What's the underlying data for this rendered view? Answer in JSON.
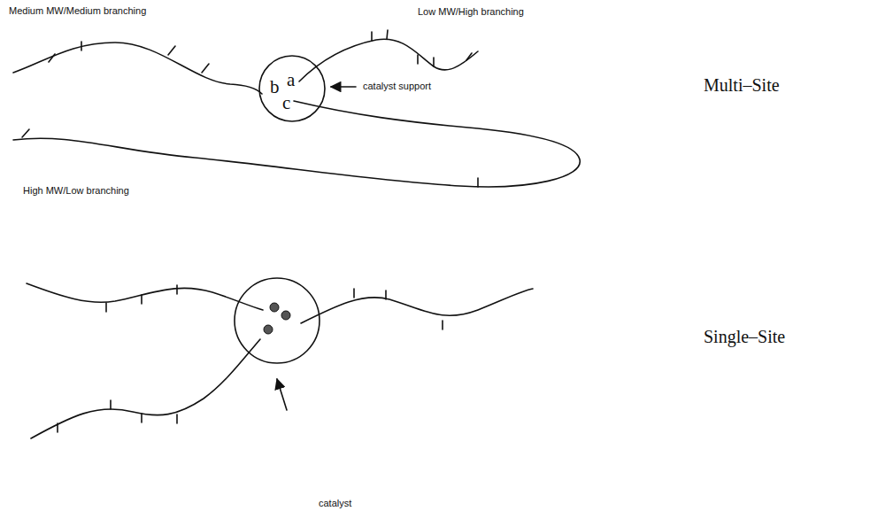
{
  "diagram": {
    "nodes": [
      {
        "text": [
          "b",
          "a",
          "c"
        ]
      }
    ],
    "labels": [
      "Medium MW/Medium branching",
      "Low MW/High branching",
      "catalyst support",
      "High MW/Low branching",
      "Multi–Site",
      "Single–Site",
      "catalyst"
    ]
  }
}
